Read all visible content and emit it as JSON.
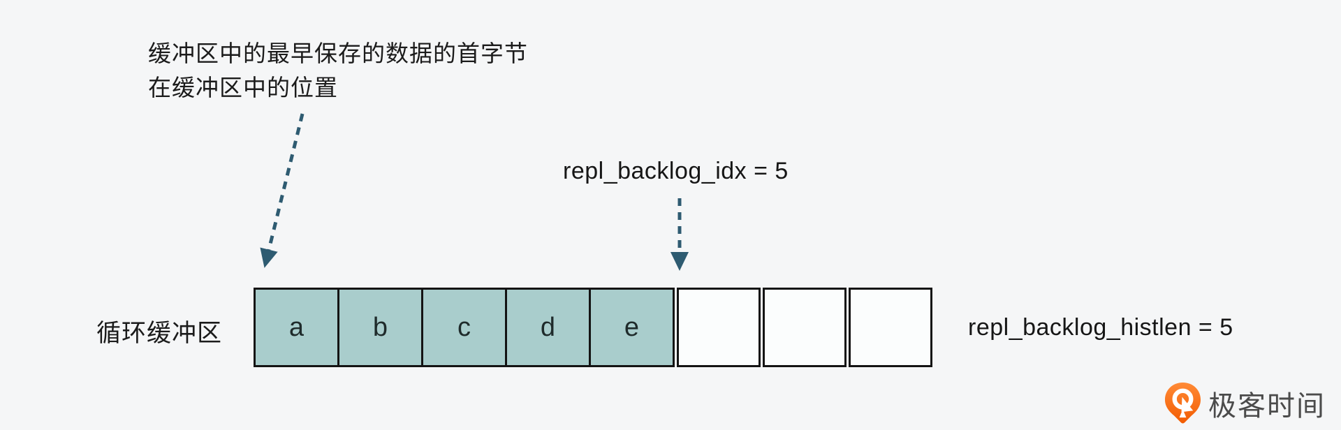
{
  "page": {
    "background": "#f5f6f7",
    "arrow_color": "#2e5b71"
  },
  "annotation": {
    "line1": "缓冲区中的最早保存的数据的首字节",
    "line2": "在缓冲区中的位置"
  },
  "labels": {
    "idx": "repl_backlog_idx = 5",
    "histlen": "repl_backlog_histlen = 5",
    "buffer": "循环缓冲区"
  },
  "buffer": {
    "filled_cells": [
      "a",
      "b",
      "c",
      "d",
      "e"
    ],
    "empty_count": 3,
    "filled_color": "#a9cdcc",
    "empty_color": "#fbfdfd",
    "border_color": "#141414"
  },
  "logo": {
    "text": "极客时间",
    "icon_color": "#f8660b",
    "text_color": "#4b4b4b"
  }
}
